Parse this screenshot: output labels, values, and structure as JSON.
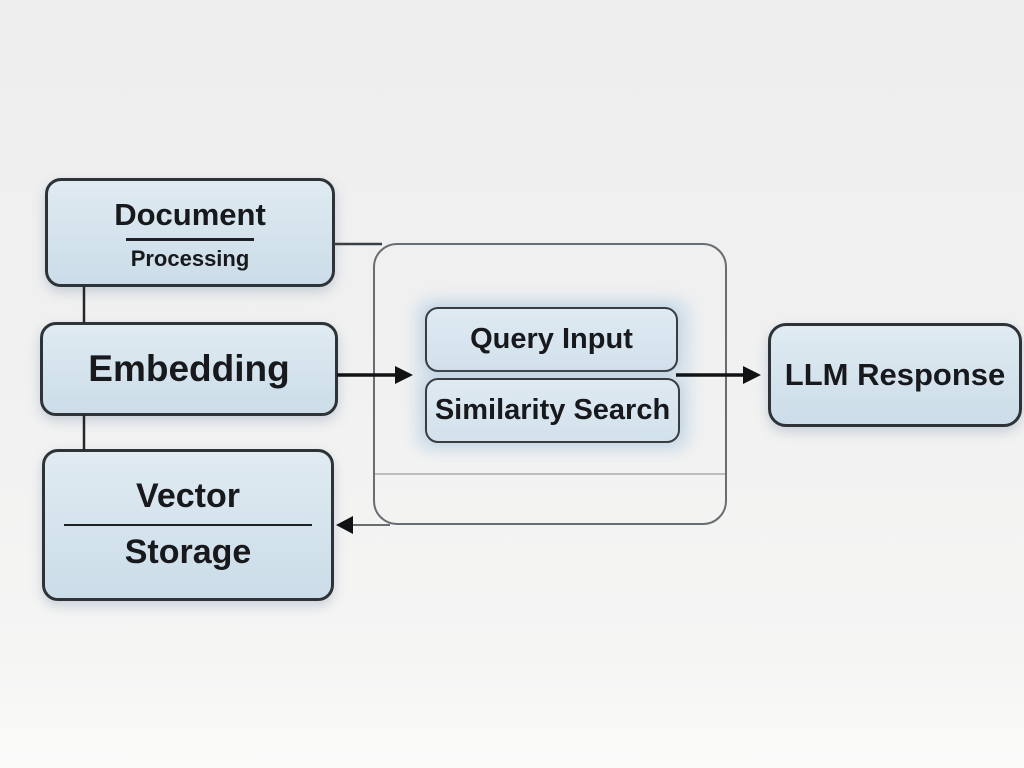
{
  "colors": {
    "background": "#f1f1f1",
    "node_fill": "#d3e2ec",
    "node_border": "#2e3338",
    "container_border": "#686d72",
    "container_divider": "#bdbdbd",
    "arrow": "#101214",
    "text": "#17191c"
  },
  "diagram": {
    "nodes": {
      "document_processing": {
        "line1": "Document",
        "line2": "Processing"
      },
      "embedding": {
        "label": "Embedding"
      },
      "vector_storage": {
        "line1": "Vector",
        "line2": "Storage"
      },
      "query_input": {
        "label": "Query Input"
      },
      "similarity_search": {
        "label": "Similarity Search"
      },
      "llm_response": {
        "label": "LLM Response"
      }
    },
    "edges": [
      {
        "from": "document_processing",
        "to": "embedding",
        "style": "line"
      },
      {
        "from": "embedding",
        "to": "vector_storage",
        "style": "line"
      },
      {
        "from": "document_processing",
        "to": "retrieval_group",
        "style": "line"
      },
      {
        "from": "embedding",
        "to": "query_input",
        "style": "arrow"
      },
      {
        "from": "similarity_search",
        "to": "llm_response",
        "style": "arrow"
      },
      {
        "from": "retrieval_group",
        "to": "vector_storage",
        "style": "arrow"
      }
    ]
  }
}
